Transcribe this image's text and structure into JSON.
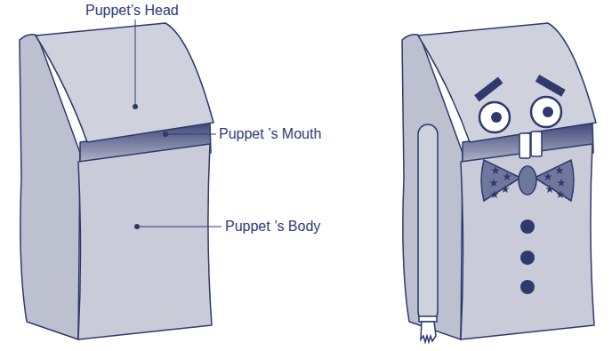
{
  "diagram": {
    "labels": [
      "Puppet’s Head",
      "Puppet ’s Mouth",
      "Puppet ’s Body"
    ]
  }
}
